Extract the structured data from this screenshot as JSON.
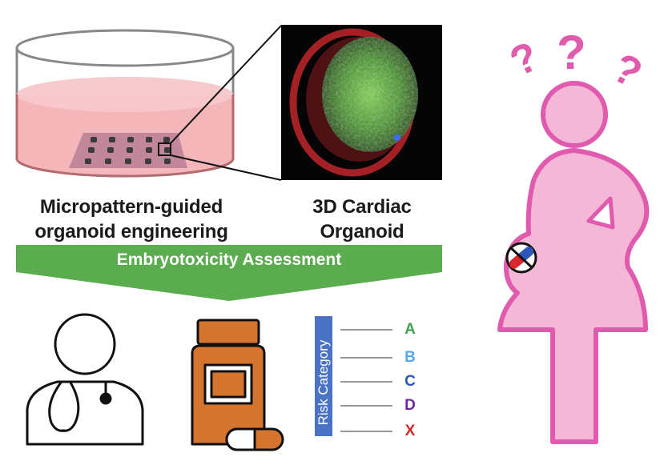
{
  "labels": {
    "left_line1": "Micropattern-guided",
    "left_line2": "organoid engineering",
    "right_line1": "3D Cardiac",
    "right_line2": "Organoid",
    "banner": "Embryotoxicity Assessment"
  },
  "risk": {
    "title": "Risk Category",
    "categories": [
      {
        "letter": "A",
        "color": "#3fa34d"
      },
      {
        "letter": "B",
        "color": "#5aa7e6"
      },
      {
        "letter": "C",
        "color": "#2b55b8"
      },
      {
        "letter": "D",
        "color": "#6a2a9e"
      },
      {
        "letter": "X",
        "color": "#d8262b"
      }
    ]
  },
  "colors": {
    "dish_liquid": "#f2a9ad",
    "banner_green": "#5bab4f",
    "pill_orange": "#d5742f",
    "pregnant_pink": "#f5b7d6",
    "pregnant_outline": "#e05aae",
    "risk_bar": "#4a72c5"
  },
  "icons": [
    "petri-dish-icon",
    "doctor-icon",
    "stethoscope-icon",
    "pill-bottle-icon",
    "capsule-icon",
    "pregnant-woman-icon",
    "question-mark-icon",
    "no-drug-icon"
  ]
}
